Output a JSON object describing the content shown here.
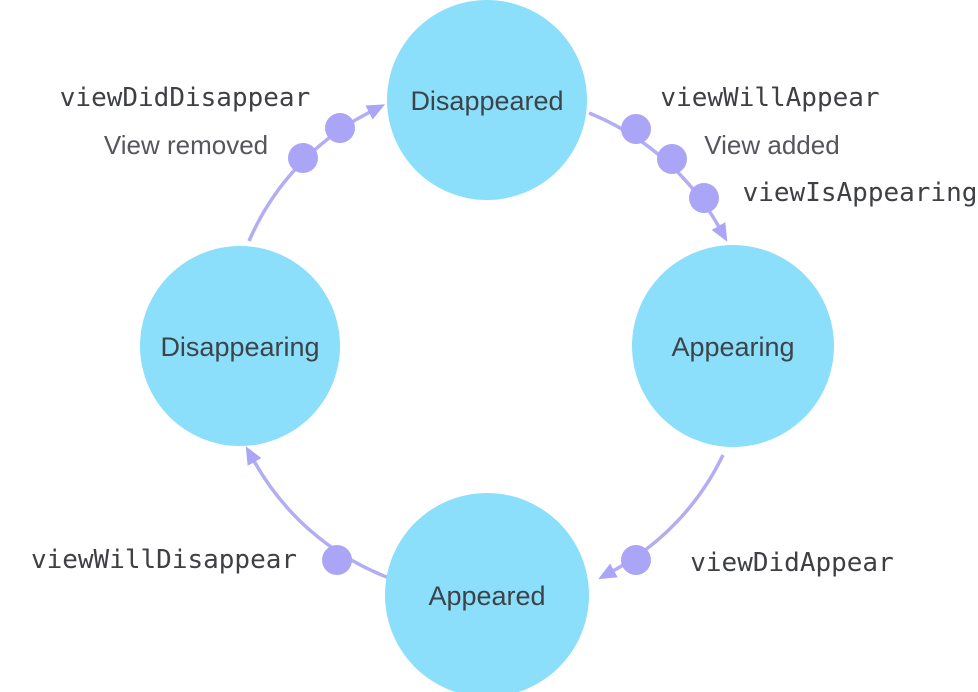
{
  "colors": {
    "node_fill": "#8bdffa",
    "node_text": "#3d434a",
    "arc_stroke": "#b3adf4",
    "dot_fill": "#aaa5f6",
    "mono_text": "#3e4044",
    "sans_text": "#55565c"
  },
  "diagram": {
    "nodes": [
      {
        "id": "disappeared",
        "label": "Disappeared"
      },
      {
        "id": "appearing",
        "label": "Appearing"
      },
      {
        "id": "appeared",
        "label": "Appeared"
      },
      {
        "id": "disappearing",
        "label": "Disappearing"
      }
    ],
    "transitions": [
      {
        "from": "Disappeared",
        "to": "Appearing",
        "labels": [
          "viewWillAppear",
          "View added",
          "viewIsAppearing"
        ]
      },
      {
        "from": "Appearing",
        "to": "Appeared",
        "labels": [
          "viewDidAppear"
        ]
      },
      {
        "from": "Appeared",
        "to": "Disappearing",
        "labels": [
          "viewWillDisappear"
        ]
      },
      {
        "from": "Disappearing",
        "to": "Disappeared",
        "labels": [
          "viewDidDisappear",
          "View removed"
        ]
      }
    ]
  }
}
